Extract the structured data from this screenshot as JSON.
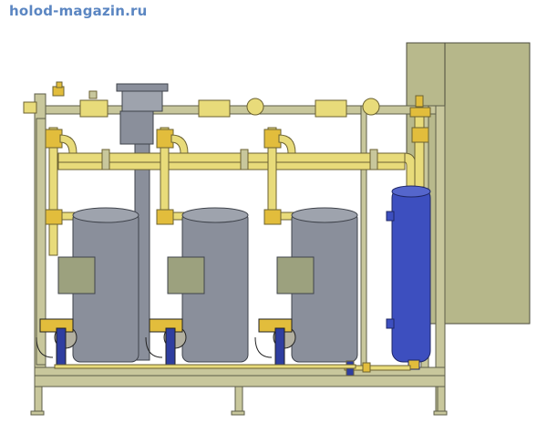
{
  "watermark": {
    "text": "holod-magazin.ru"
  },
  "colors": {
    "frame": "#c8c79c",
    "frame_stroke": "#5d5d48",
    "pipe": "#e8db7a",
    "pipe_stroke": "#6b6232",
    "compressor": "#8a8f9b",
    "compressor_stroke": "#3f434b",
    "receiver": "#3d4fbf",
    "control_box": "#b8b98c",
    "valve": "#e2bd3c",
    "motor_fitting": "#2f3ea0"
  },
  "diagram": {
    "compressors": [
      "compressor-1",
      "compressor-2",
      "compressor-3"
    ],
    "receiver": "liquid-receiver",
    "control_box": "electrical-cabinet"
  }
}
